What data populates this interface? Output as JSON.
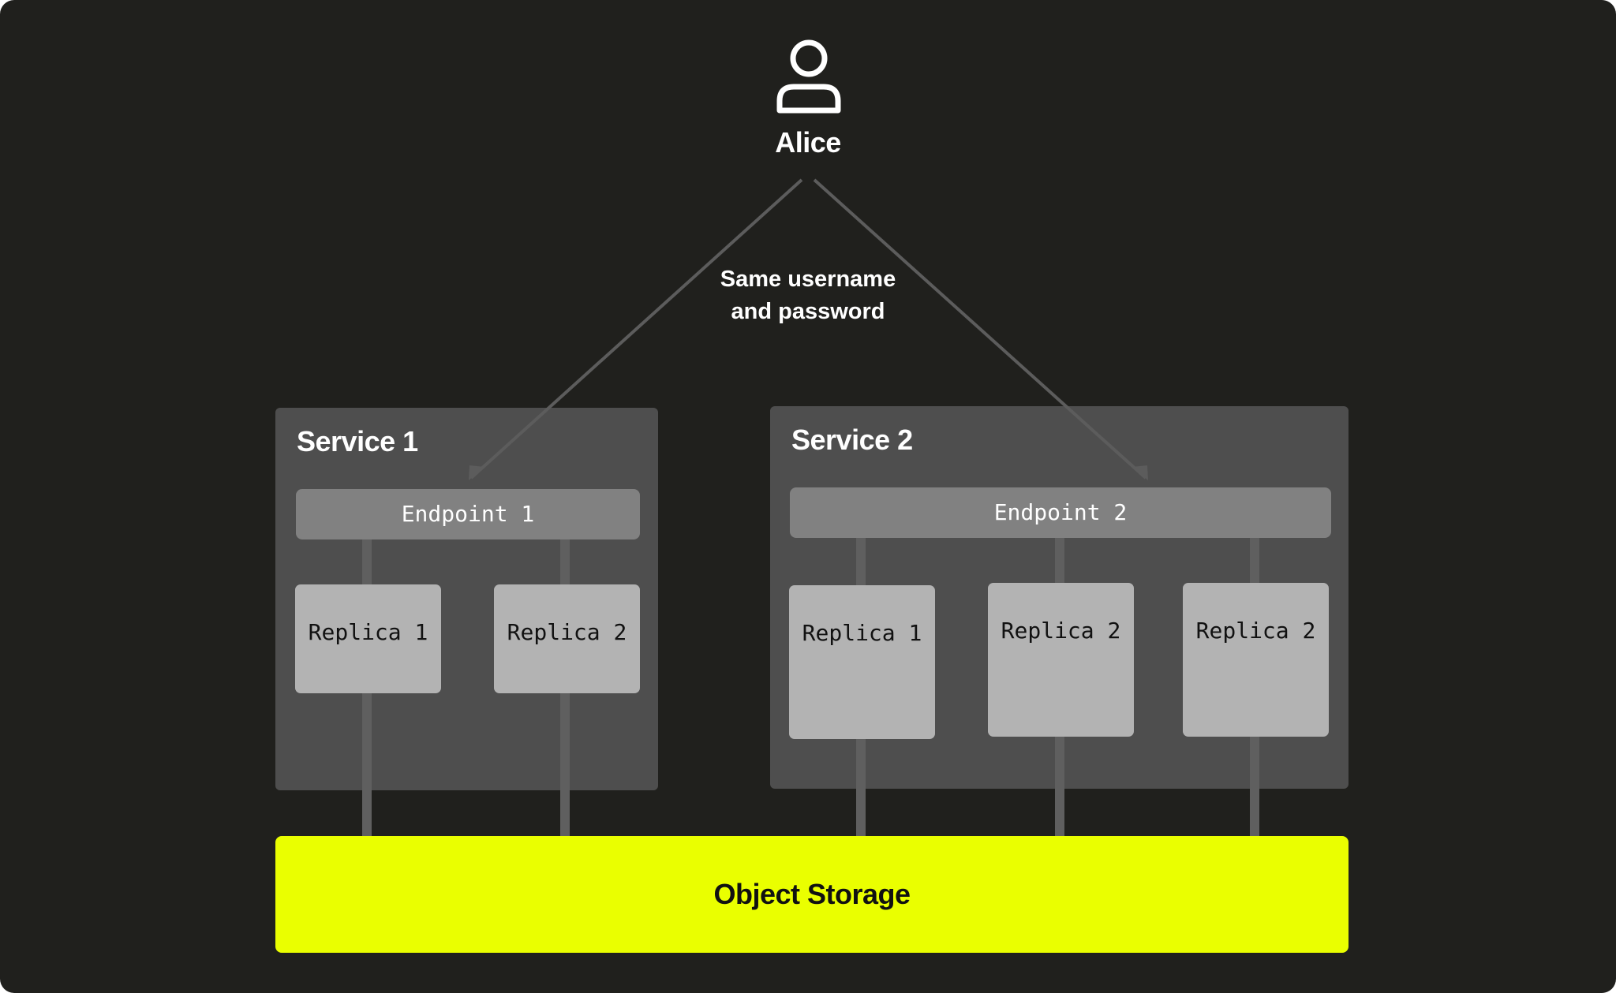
{
  "user": {
    "icon": "user-icon",
    "name": "Alice"
  },
  "credentials_label": {
    "line1": "Same username",
    "line2": "and password"
  },
  "service1": {
    "title": "Service 1",
    "endpoint": "Endpoint 1",
    "replicas": [
      "Replica 1",
      "Replica 2"
    ]
  },
  "service2": {
    "title": "Service 2",
    "endpoint": "Endpoint 2",
    "replicas": [
      "Replica 1",
      "Replica 2",
      "Replica 2"
    ]
  },
  "storage": {
    "label": "Object Storage"
  },
  "colors": {
    "background": "#20201d",
    "service": "#4e4e4e",
    "endpoint": "#818181",
    "replica": "#b3b3b3",
    "connector": "#5f5f5f",
    "storage": "#eaff00"
  }
}
